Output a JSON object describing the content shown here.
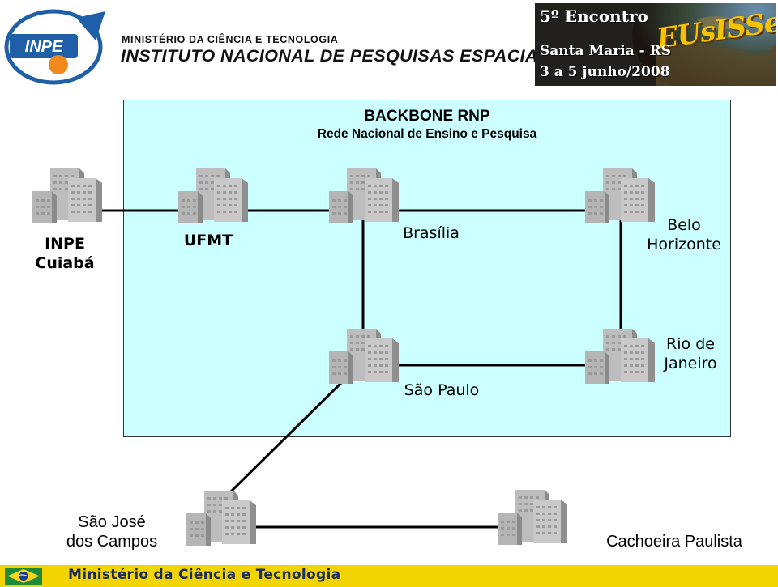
{
  "header": {
    "inpe_logo_text": "INPE",
    "ministry_text": "MINISTÉRIO DA CIÊNCIA E TECNOLOGIA",
    "institute_text": "INSTITUTO NACIONAL DE PESQUISAS ESPACIAIS",
    "event": {
      "title": "5º Encontro",
      "brand": "EUsISSeA",
      "place": "Santa Maria - RS",
      "dates": "3 a 5 junho/2008"
    }
  },
  "diagram": {
    "title": "BACKBONE RNP",
    "subtitle": "Rede Nacional de Ensino e Pesquisa",
    "nodes": {
      "inpe_cuiaba": {
        "line1": "INPE",
        "line2": "Cuiabá"
      },
      "ufmt": {
        "label": "UFMT"
      },
      "brasilia": {
        "label": "Brasília"
      },
      "belo_horizonte": {
        "line1": "Belo",
        "line2": "Horizonte"
      },
      "sao_paulo": {
        "label": "São Paulo"
      },
      "rio_de_janeiro": {
        "line1": "Rio de",
        "line2": "Janeiro"
      },
      "sao_jose": {
        "line1": "São José",
        "line2": "dos Campos"
      },
      "cachoeira": {
        "label": "Cachoeira Paulista"
      }
    },
    "links": [
      [
        "inpe_cuiaba",
        "ufmt"
      ],
      [
        "ufmt",
        "brasilia"
      ],
      [
        "brasilia",
        "belo_horizonte"
      ],
      [
        "brasilia",
        "sao_paulo"
      ],
      [
        "belo_horizonte",
        "rio_de_janeiro"
      ],
      [
        "sao_paulo",
        "rio_de_janeiro"
      ],
      [
        "sao_paulo",
        "sao_jose"
      ],
      [
        "sao_jose",
        "cachoeira"
      ]
    ]
  },
  "footer": {
    "text": "Ministério da Ciência e Tecnologia",
    "bar_color": "#f2d400"
  }
}
